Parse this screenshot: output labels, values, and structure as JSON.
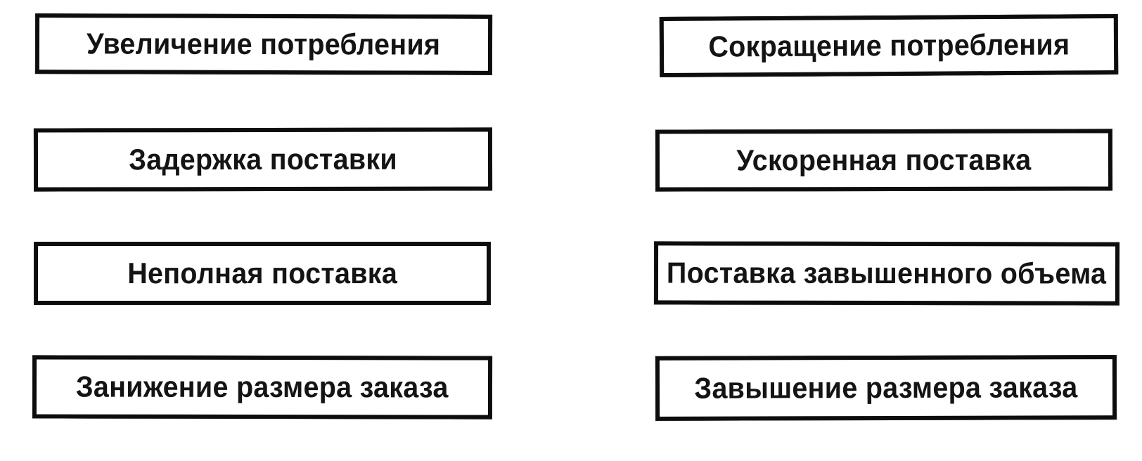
{
  "figure": {
    "background": "#ffffff",
    "border_color": "#0d0d0d",
    "text_color": "#141414",
    "columns": {
      "left": {
        "boxes": [
          {
            "label": "Увеличение потребления"
          },
          {
            "label": "Задержка поставки"
          },
          {
            "label": "Неполная поставка"
          },
          {
            "label": "Занижение размера заказа"
          }
        ]
      },
      "right": {
        "boxes": [
          {
            "label": "Сокращение потребления"
          },
          {
            "label": "Ускоренная поставка"
          },
          {
            "label": "Поставка завышенного объема"
          },
          {
            "label": "Завышение размера заказа"
          }
        ]
      }
    }
  }
}
